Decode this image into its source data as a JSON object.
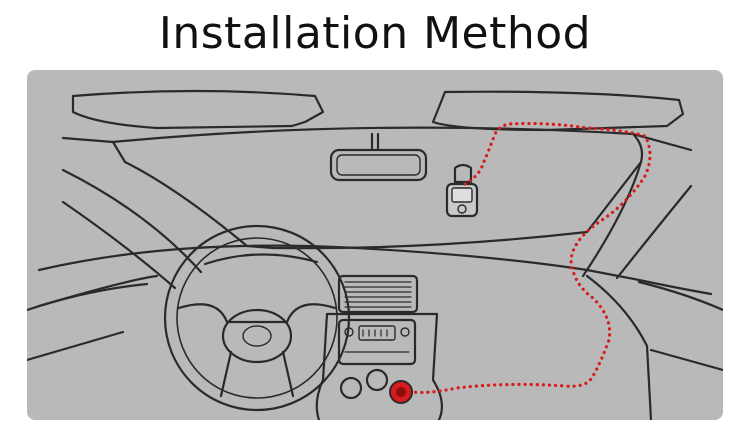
{
  "title": "Installation Method",
  "colors": {
    "background": "#ffffff",
    "panel": "#b9b9b9",
    "line": "#2a2a2a",
    "cable": "#d81b1b"
  },
  "icons": [
    "windshield",
    "rearview-mirror",
    "dash-cam",
    "steering-wheel",
    "air-vent",
    "center-console",
    "cigarette-lighter-socket",
    "power-cable-route"
  ]
}
